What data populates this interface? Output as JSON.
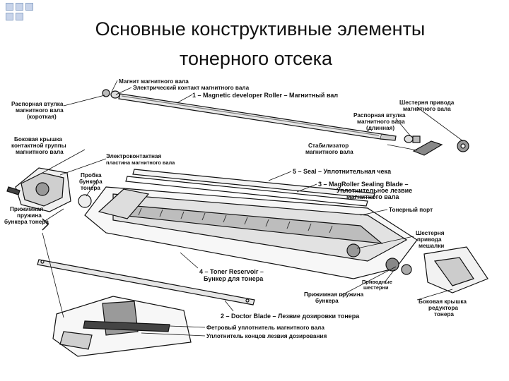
{
  "slide": {
    "title_line1": "Основные конструктивные элементы",
    "title_line2": "тонерного отсека"
  },
  "labels": {
    "magnet": "Магнит магнитного вала",
    "electric_contact": "Электрический контакт магнитного вала",
    "developer_roller": "1 – Magnetic developer Roller – Магнитный вал",
    "spacer_short_1": "Распорная втулка",
    "spacer_short_2": "магнитного вала",
    "spacer_short_3": "(короткая)",
    "gear_roller_1": "Шестерня привода",
    "gear_roller_2": "магнитного вала",
    "spacer_long_1": "Распорная втулка",
    "spacer_long_2": "магнитного вала",
    "spacer_long_3": "(длинная)",
    "side_cover_1": "Боковая крышка",
    "side_cover_2": "контактной группы",
    "side_cover_3": "магнитного вала",
    "stabilizer_1": "Стабилизатор",
    "stabilizer_2": "магнитного вала",
    "electrocontact_1": "Электроконтактная",
    "electrocontact_2": "пластина магнитного вала",
    "plug_1": "Пробка",
    "plug_2": "бункера",
    "plug_3": "тонера",
    "seal": "5 – Seal – Уплотнительная чека",
    "sealing_blade_1": "3 – MagRoller Sealing Blade –",
    "sealing_blade_2": "Уплотнительное лезвие",
    "sealing_blade_3": "магнитного вала",
    "clamp_spring_1": "Прижимная",
    "clamp_spring_2": "пружина",
    "clamp_spring_3": "бункера тонера",
    "toner_port": "Тонерный порт",
    "stirrer_gear_1": "Шестерня",
    "stirrer_gear_2": "привода",
    "stirrer_gear_3": "мешалки",
    "toner_reservoir_1": "4 – Toner Reservoir –",
    "toner_reservoir_2": "Бункер для тонера",
    "drive_gears_1": "Приводные",
    "drive_gears_2": "шестерни",
    "hopper_springs_1": "Прижимная пружина",
    "hopper_springs_2": "бункера",
    "gearbox_cover_1": "Боковая крышка",
    "gearbox_cover_2": "редуктора",
    "gearbox_cover_3": "тонера",
    "doctor_blade": "2 – Doctor Blade – Лезвие дозировки тонера",
    "felt_seal": "Фетровый уплотнитель магнитного вала",
    "blade_end_seal": "Уплотнитель концов лезвия дозирования"
  },
  "colors": {
    "title": "#111111",
    "deco_square": "#c8d4ea",
    "ink": "#111111"
  }
}
